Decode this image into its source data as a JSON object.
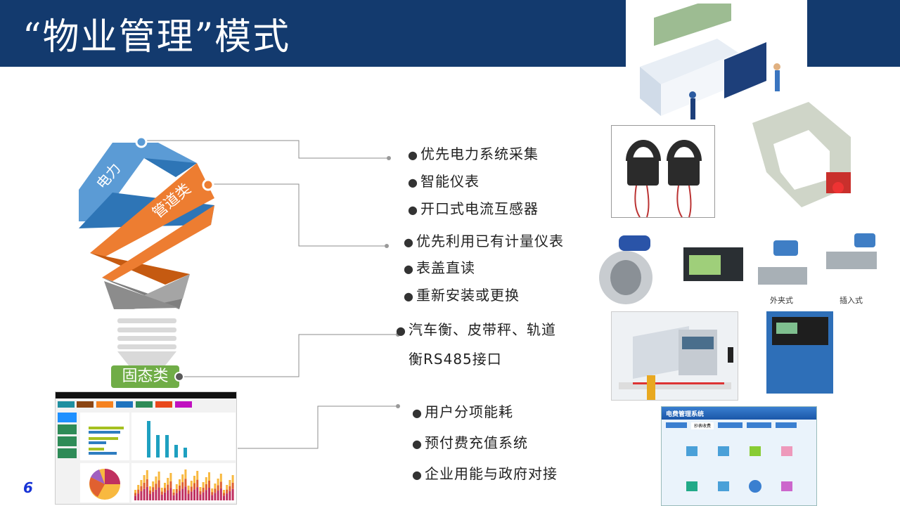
{
  "header": {
    "title": "“物业管理”模式"
  },
  "page_number": "6",
  "bulb": {
    "labels": {
      "power": "电力",
      "pipe": "管道类",
      "solid": "固态类"
    }
  },
  "groups": [
    {
      "items": [
        "优先电力系统采集",
        "智能仪表",
        "开口式电流互感器"
      ]
    },
    {
      "items": [
        "优先利用已有计量仪表",
        "表盖直读",
        "重新安装或更换"
      ]
    },
    {
      "items": [
        "汽车衡、皮带秤、轨道",
        "衡RS485接口"
      ]
    },
    {
      "items": [
        "用户分项能耗",
        "预付费充值系统",
        "企业用能与政府对接"
      ]
    }
  ],
  "images": {
    "meter_captions": [
      "外夹式",
      "插入式"
    ],
    "billing_system": {
      "title": "电费管理系统",
      "active_tab": "抄表收费"
    }
  },
  "colors": {
    "navy": "#133a6e",
    "blue": "#3a7bbf",
    "orange": "#ed7d31",
    "green": "#70ad47",
    "gray": "#a5a5a5"
  }
}
